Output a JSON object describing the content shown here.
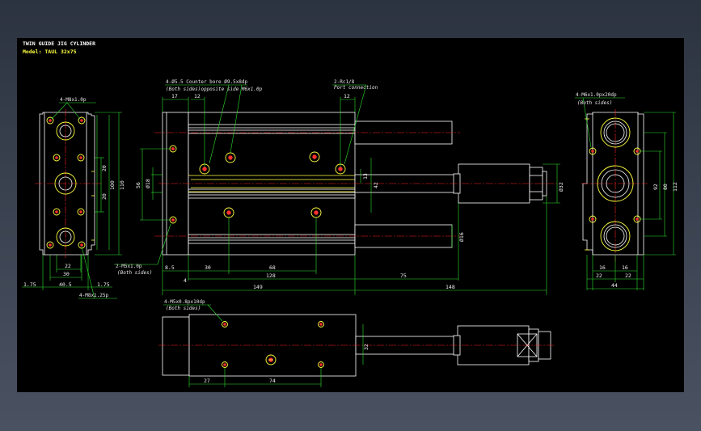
{
  "title": {
    "line1": "TWIN GUIDE JIG CYLINDER",
    "line2": "Model: TAUL 32x75",
    "color1": "#ffffff",
    "color2": "#ffff40"
  },
  "colors": {
    "outline": "#ffffff",
    "dimension": "#2fe02f",
    "hidden": "#ffff40",
    "center": "#ff2020",
    "background": "#000000"
  },
  "notes": {
    "left_top": "4-M8x1.0p",
    "left_bottom": "4-M8x1.25p",
    "left_m5": "2-M5x1.0p",
    "left_m5_sub": "(Both sides)",
    "top_hole": "4-Ø5.5 Counter bore Ø9.5x8dp",
    "top_hole_sub": "(Both sides)opposite side M6x1.0p",
    "port": "2-Rc1/8",
    "port_sub": "Port connection",
    "right_note": "4-M6x1.0px20dp",
    "right_note_sub": "(Both sides)",
    "bottom_note": "4-M5x0.8px10dp",
    "bottom_note_sub": "(Both sides)"
  },
  "dims_left": {
    "w22": "22",
    "w30": "30",
    "w40_5": "40.5",
    "e1": "1.75",
    "e2": "1.75",
    "v20a": "20",
    "v20b": "20",
    "v100": "100",
    "v110": "110"
  },
  "dims_front": {
    "d17": "17",
    "d12a": "12",
    "d12b": "12",
    "d8_5": "8.5",
    "d30": "30",
    "d68": "68",
    "d128": "128",
    "d149": "149",
    "d75": "75",
    "d148": "148",
    "d4": "4",
    "v56": "56",
    "v18": "Ø18",
    "v13": "13",
    "v42": "42",
    "v16": "Ø16",
    "v32": "Ø32"
  },
  "dims_right": {
    "d16a": "16",
    "d16b": "16",
    "d22a": "22",
    "d22b": "22",
    "d44": "44",
    "v92": "92",
    "v80": "80",
    "v112": "112"
  },
  "dims_bottom": {
    "d27": "27",
    "d74": "74",
    "v32": "32"
  }
}
